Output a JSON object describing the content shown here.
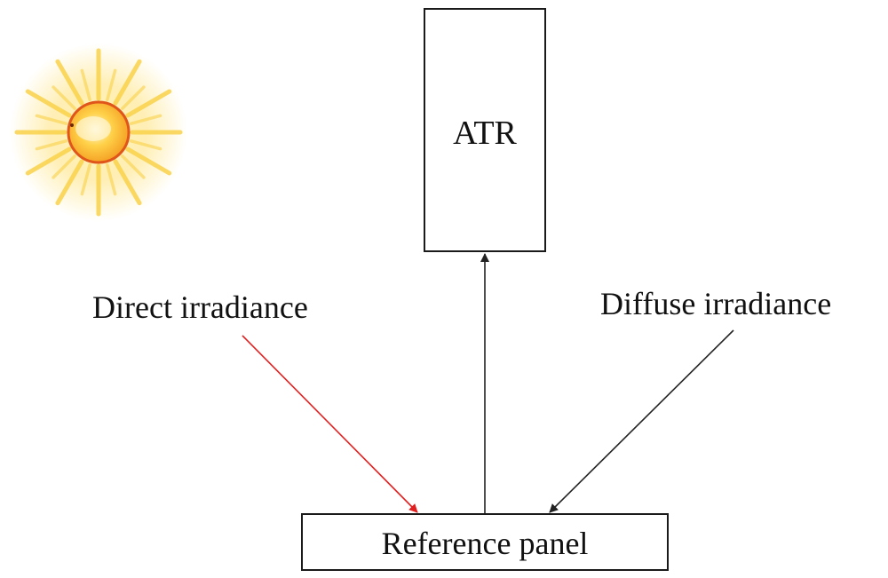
{
  "diagram": {
    "nodes": {
      "atr": {
        "label": "ATR"
      },
      "reference_panel": {
        "label": "Reference panel"
      }
    },
    "edges": [
      {
        "from": "sun",
        "to": "reference_panel",
        "label": "Direct irradiance",
        "color": "#e02020"
      },
      {
        "from": "sky",
        "to": "reference_panel",
        "label": "Diffuse irradiance",
        "color": "#222222"
      },
      {
        "from": "reference_panel",
        "to": "atr",
        "label": "",
        "color": "#222222"
      }
    ],
    "icons": [
      "sun-icon"
    ]
  },
  "colors": {
    "direct_arrow": "#e02020",
    "diffuse_arrow": "#222222",
    "sun_core": "#f3a623",
    "sun_rim": "#e0551a",
    "sun_rays": "#fad24a"
  }
}
